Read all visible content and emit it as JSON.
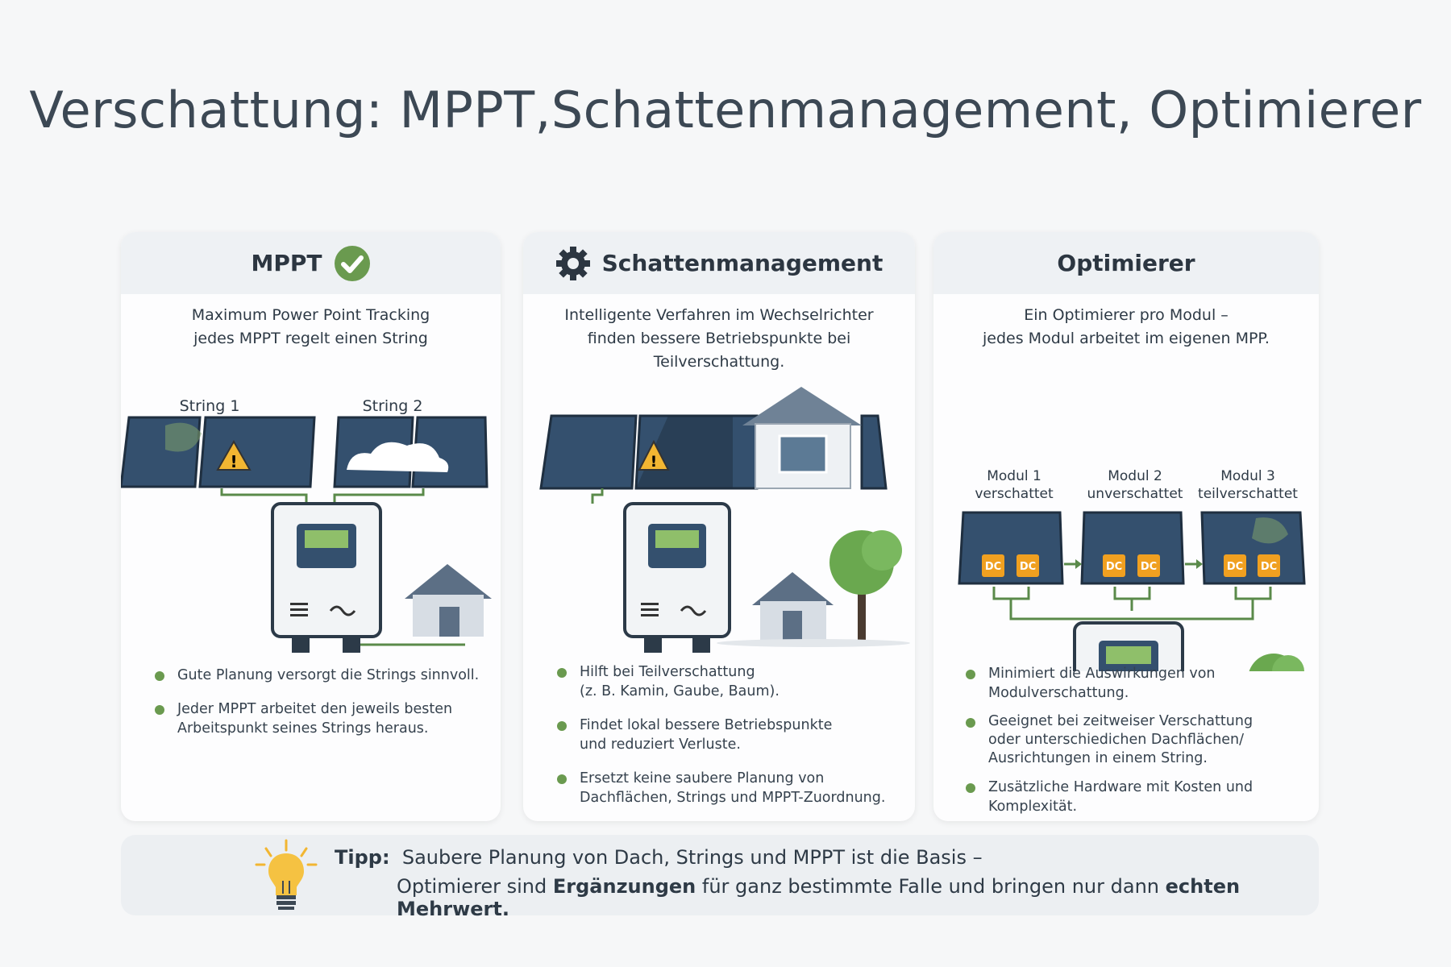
{
  "title": "Verschattung: MPPT,Schattenmanagement, Optimierer",
  "colors": {
    "accent_green": "#6a9a4f",
    "panel_blue": "#34506e",
    "dc_orange": "#f0a020",
    "warning_yellow": "#f2b632"
  },
  "cards": [
    {
      "title": "MPPT",
      "icon": "check-circle-icon",
      "subtitle": [
        "Maximum Power Point Tracking",
        "jedes MPPT regelt einen String"
      ],
      "labels": [
        "String 1",
        "String 2"
      ],
      "bullets": [
        [
          "Gute Planung versorgt die Strings sinnvoll."
        ],
        [
          "Jeder MPPT arbeitet den jeweils besten",
          "Arbeitspunkt seines Strings heraus."
        ]
      ]
    },
    {
      "title": "Schattenmanagement",
      "icon": "gear-icon",
      "subtitle": [
        "Intelligente Verfahren im Wechselrichter",
        "finden bessere Betriebspunkte bei Teilverschattung."
      ],
      "bullets": [
        [
          "Hilft bei Teilverschattung",
          "(z. B. Kamin, Gaube, Baum)."
        ],
        [
          "Findet lokal bessere Betriebspunkte",
          "und reduziert Verluste."
        ],
        [
          "Ersetzt keine saubere Planung von",
          "Dachflächen, Strings und MPPT-Zuordnung."
        ]
      ]
    },
    {
      "title": "Optimierer",
      "subtitle": [
        "Ein Optimierer pro Modul –",
        "jedes Modul arbeitet im eigenen MPP."
      ],
      "labels": [
        [
          "Modul 1",
          "verschattet"
        ],
        [
          "Modul 2",
          "unverschattet"
        ],
        [
          "Modul 3",
          "teilverschattet"
        ]
      ],
      "dc_label": "DC",
      "bullets": [
        [
          "Minimiert die Auswirkungen von",
          "Modulverschattung."
        ],
        [
          "Geeignet bei zeitweiser Verschattung",
          "oder unterschiedichen Dachflächen/",
          "Ausrichtungen in einem String."
        ],
        [
          "Zusätzliche Hardware mit Kosten und",
          "Komplexität."
        ]
      ]
    }
  ],
  "tip": {
    "label": "Tipp:",
    "line1": "Saubere Planung von Dach, Strings und MPPT ist die Basis –",
    "line2_a": "Optimierer sind ",
    "line2_b": "Ergänzungen",
    "line2_c": " für ganz bestimmte Falle und bringen nur dann ",
    "line2_d": "echten Mehrwert."
  }
}
